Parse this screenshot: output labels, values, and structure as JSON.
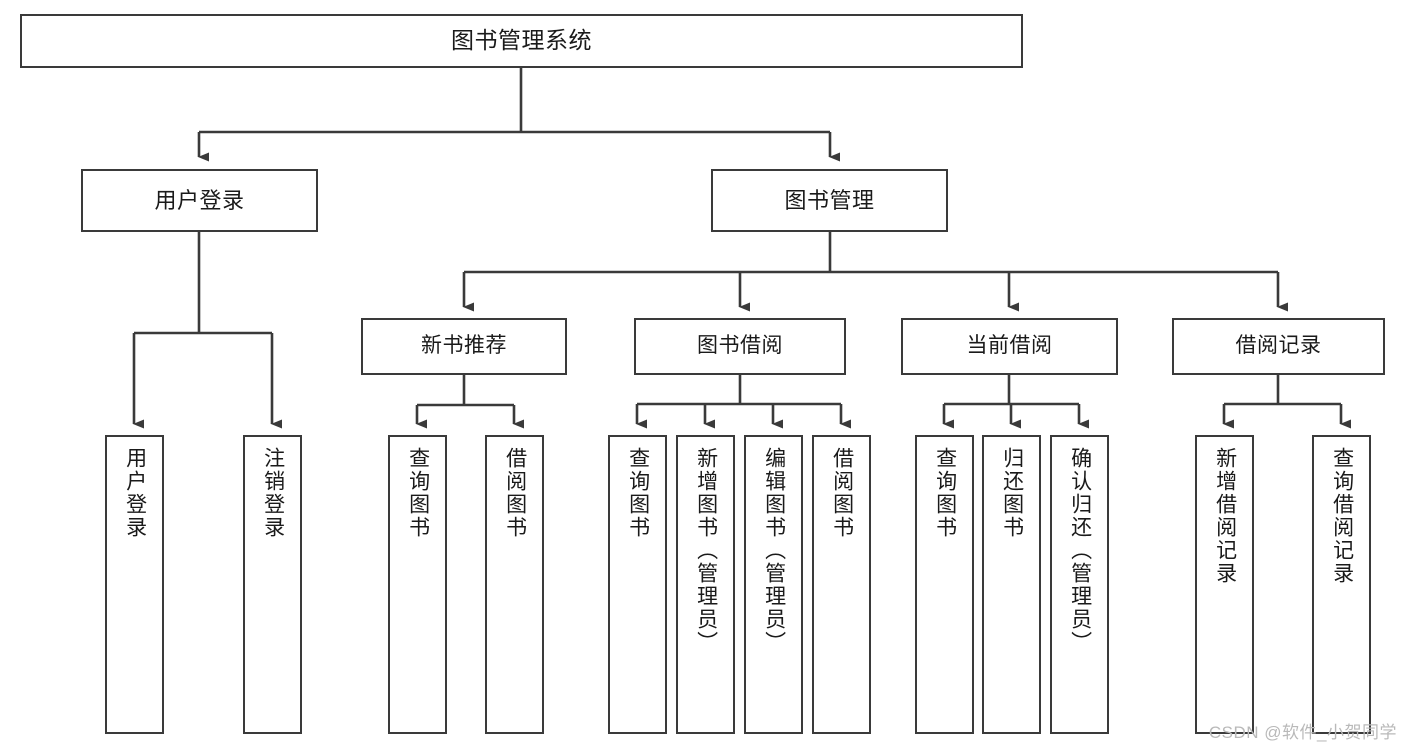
{
  "diagram": {
    "title": "图书管理系统",
    "type": "tree",
    "watermark": "CSDN @软件_小贺同学",
    "colors": {
      "box_border": "#3a3a3a",
      "box_fill": "#ffffff",
      "connector": "#3a3a3a",
      "text": "#1a1a1a",
      "watermark": "#b9b9b9",
      "background": "#ffffff"
    },
    "nodes": {
      "root": {
        "label": "图书管理系统"
      },
      "level2": [
        {
          "id": "user-login",
          "label": "用户登录"
        },
        {
          "id": "book-management",
          "label": "图书管理"
        }
      ],
      "level3": [
        {
          "id": "new-book-recommend",
          "label": "新书推荐"
        },
        {
          "id": "book-borrow",
          "label": "图书借阅"
        },
        {
          "id": "current-borrow",
          "label": "当前借阅"
        },
        {
          "id": "borrow-record",
          "label": "借阅记录"
        }
      ],
      "leaves": {
        "user_login": [
          {
            "id": "leaf-user-login",
            "label": "用户登录"
          },
          {
            "id": "leaf-logout-login",
            "label": "注销登录"
          }
        ],
        "new_book_recommend": [
          {
            "id": "leaf-query-book-1",
            "label": "查询图书"
          },
          {
            "id": "leaf-borrow-book-1",
            "label": "借阅图书"
          }
        ],
        "book_borrow": [
          {
            "id": "leaf-query-book-2",
            "label": "查询图书"
          },
          {
            "id": "leaf-add-book",
            "label": "新增图书（管理员）"
          },
          {
            "id": "leaf-edit-book",
            "label": "编辑图书（管理员）"
          },
          {
            "id": "leaf-borrow-book-2",
            "label": "借阅图书"
          }
        ],
        "current_borrow": [
          {
            "id": "leaf-query-book-3",
            "label": "查询图书"
          },
          {
            "id": "leaf-return-book",
            "label": "归还图书"
          },
          {
            "id": "leaf-confirm-return",
            "label": "确认归还（管理员）"
          }
        ],
        "borrow_record": [
          {
            "id": "leaf-add-record",
            "label": "新增借阅记录"
          },
          {
            "id": "leaf-query-record",
            "label": "查询借阅记录"
          }
        ]
      }
    }
  }
}
